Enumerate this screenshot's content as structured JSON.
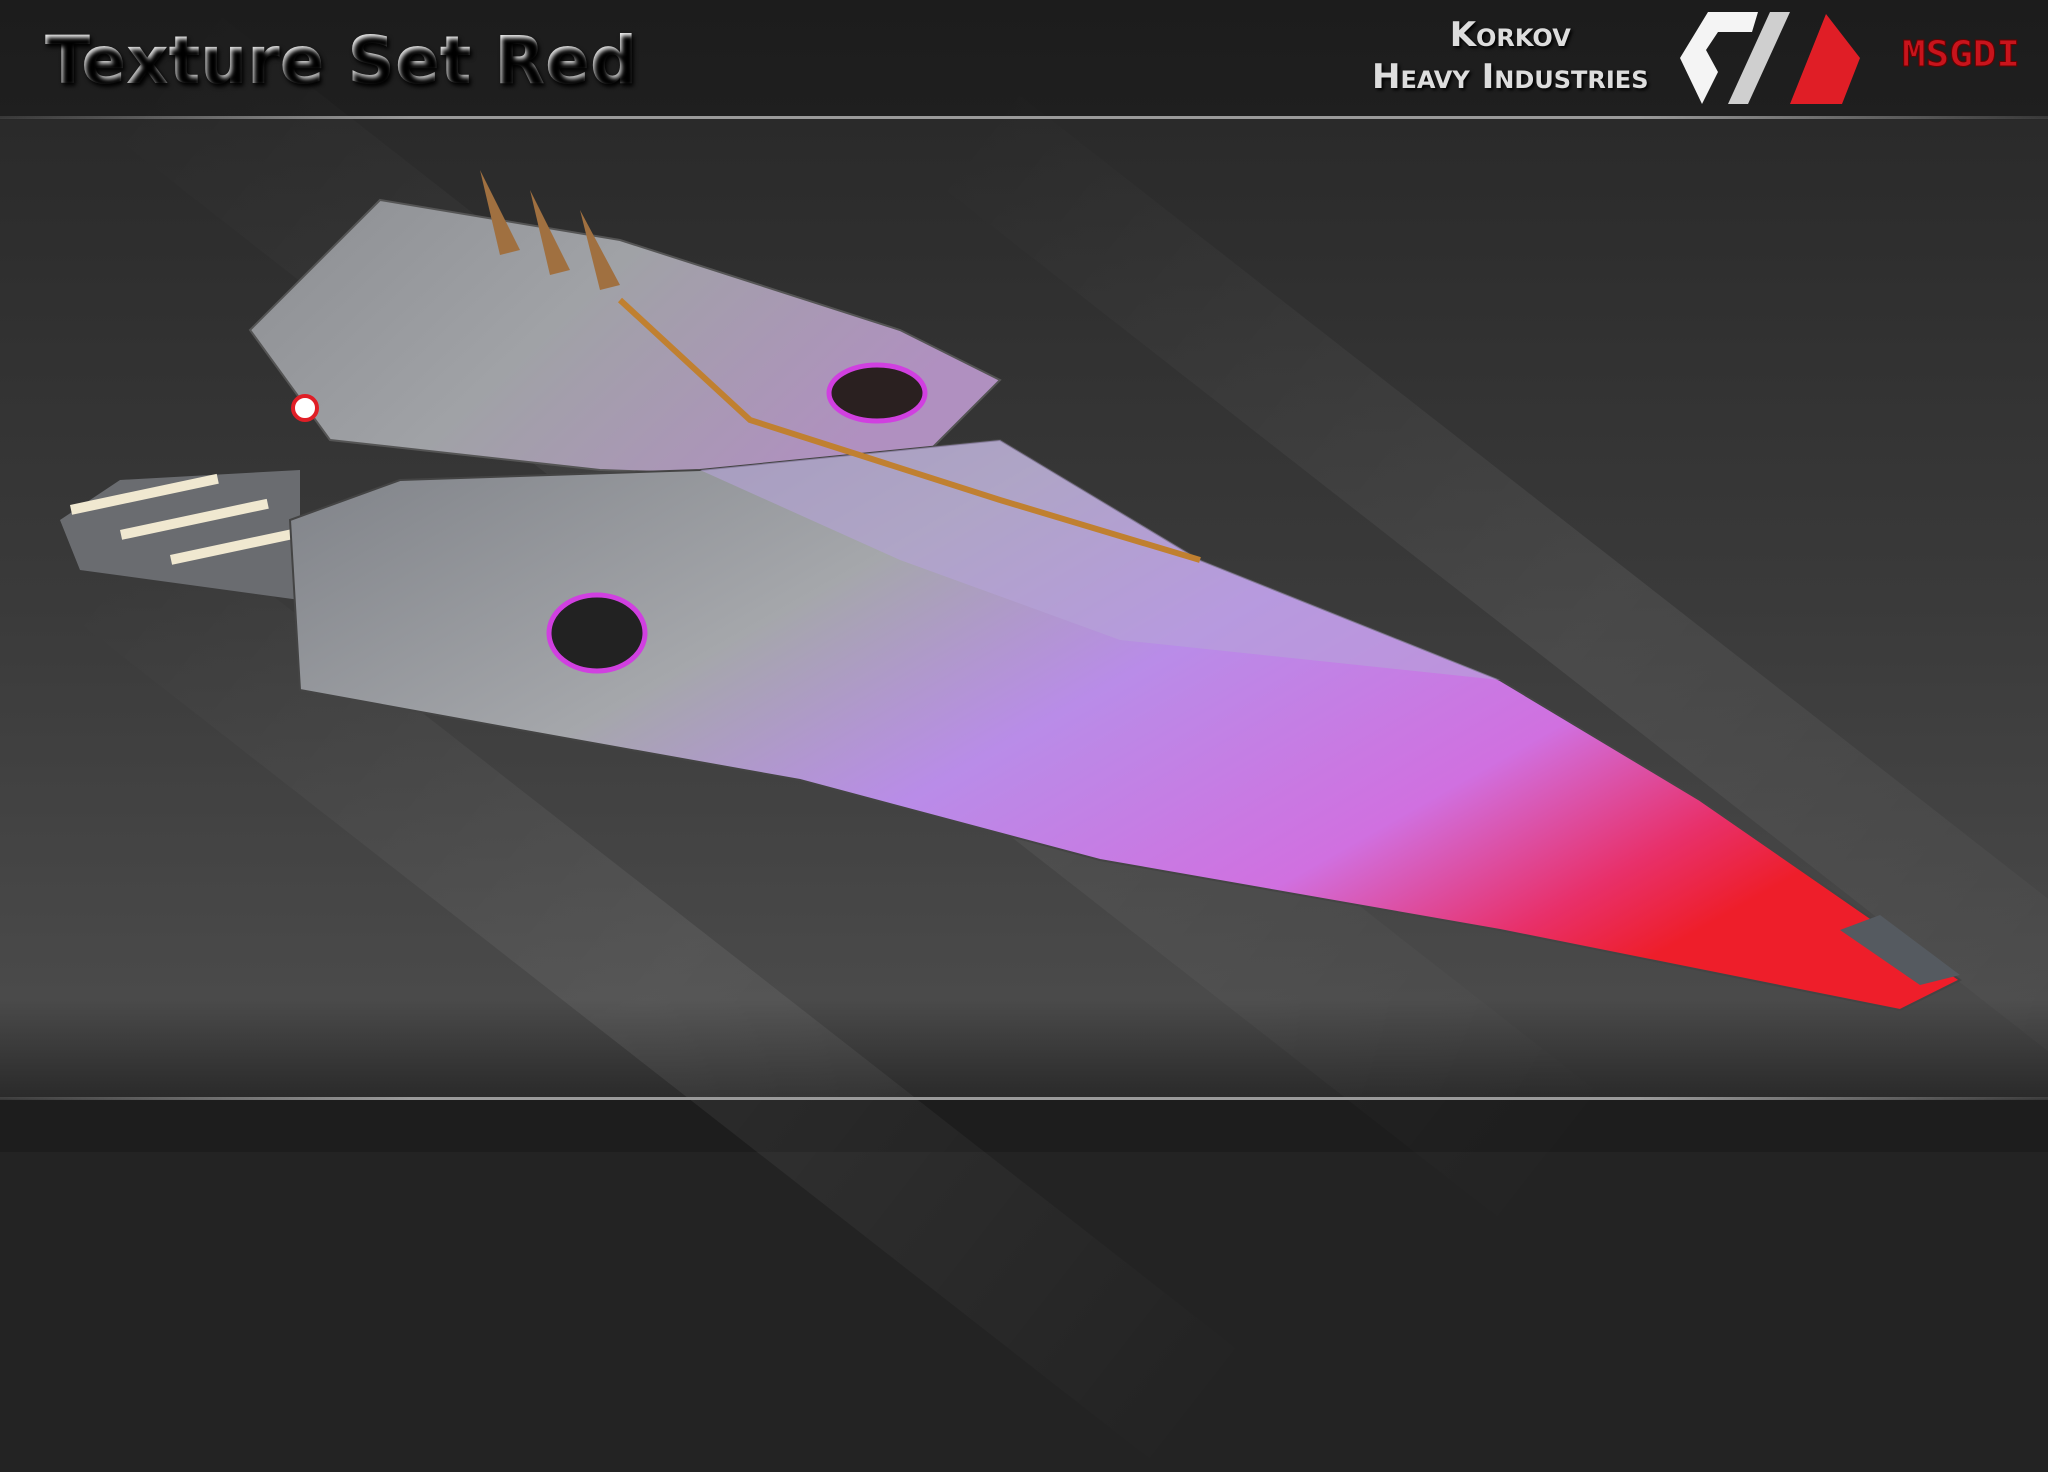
{
  "header": {
    "title": "Texture Set Red",
    "brand_line1": "Korkov",
    "brand_line2": "Heavy Industries",
    "brand_logo": "MSGDI"
  },
  "colors": {
    "accent_red": "#e01e26",
    "highlight_magenta": "#c070f0",
    "hull_gray": "#8a8c90"
  }
}
